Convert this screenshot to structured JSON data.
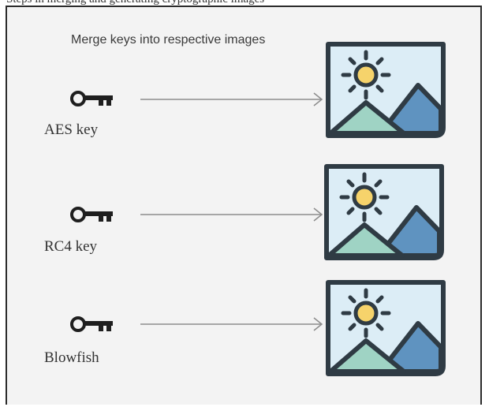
{
  "top_text": "Steps in merging and generating cryptographic images",
  "caption": "Merge keys into respective images",
  "rows": [
    {
      "label": "AES key",
      "key_icon": "key-icon",
      "image_icon": "landscape-image-icon"
    },
    {
      "label": "RC4 key",
      "key_icon": "key-icon",
      "image_icon": "landscape-image-icon"
    },
    {
      "label": "Blowfish",
      "key_icon": "key-icon",
      "image_icon": "landscape-image-icon"
    }
  ],
  "colors": {
    "frame_bg": "#f3f3f3",
    "outline": "#2f3b44",
    "sky": "#dcedf6",
    "sun": "#f6d36b",
    "mountain_front": "#9fd3c4",
    "mountain_back": "#5f93c0",
    "arrow": "#8c8c8c"
  }
}
